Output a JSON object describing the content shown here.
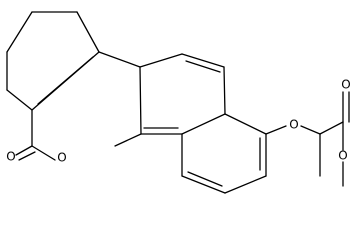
{
  "structure": {
    "atoms": [
      {
        "id": "O_carbonyl_lactone",
        "symbol": "O"
      },
      {
        "id": "O_ring",
        "symbol": "O"
      },
      {
        "id": "O_ether",
        "symbol": "O"
      },
      {
        "id": "O_carbonyl_ester",
        "symbol": "O"
      },
      {
        "id": "O_methoxy",
        "symbol": "O"
      }
    ]
  },
  "colors": {
    "bond": "#000000",
    "label": "#000000",
    "background": "#ffffff"
  }
}
